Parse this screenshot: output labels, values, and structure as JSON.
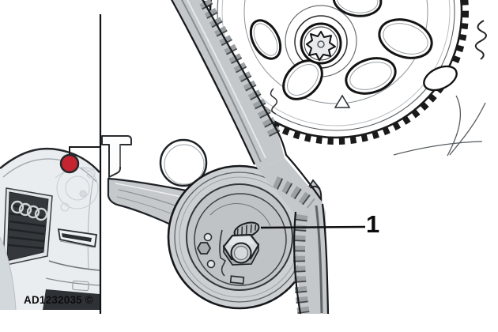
{
  "figure": {
    "type": "technical-illustration",
    "subject": "timing-belt-tensioner",
    "id_label": "AD1232035 ©",
    "callouts": [
      {
        "number": "1",
        "points_to": "tensioner-adjustment-marking"
      }
    ],
    "inset": {
      "description": "car-front-location-thumbnail",
      "marker": "red-locator-dot"
    },
    "colors": {
      "background": "#ffffff",
      "line_art": "#16181b",
      "metal_gray": "#c6c9cb",
      "pulley_gray": "#ccd0d2",
      "belt_teeth_gray": "#9aa0a3",
      "locator_red": "#c52531",
      "grille_dark": "#34383c"
    }
  }
}
